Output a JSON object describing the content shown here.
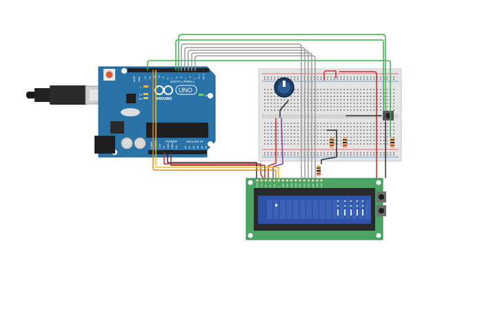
{
  "arduino": {
    "brand": "ARDUINO",
    "model": "UNO",
    "digital_label": "DIGITAL (PWM~)",
    "power_label": "POWER",
    "analog_label": "ANALOG IN",
    "on_label": "ON",
    "tx_label": "TX",
    "rx_label": "RX",
    "l_label": "L",
    "aref_label": "AREF",
    "gnd_label": "GND",
    "digital_pins": [
      "13",
      "12",
      "~11",
      "~10",
      "~9",
      "8",
      "7",
      "~6",
      "~5",
      "4",
      "~3",
      "2",
      "TX 1",
      "RX 0"
    ],
    "power_pins": [
      "IOREF",
      "RESET",
      "3.3V",
      "5V",
      "GND",
      "GND",
      "Vin"
    ],
    "analog_pins": [
      "A0",
      "A1",
      "A2",
      "A3",
      "A4",
      "A5"
    ]
  },
  "lcd": {
    "pin_labels": [
      "GND",
      "VCC",
      "V0",
      "RS",
      "RW",
      "E",
      "DB0",
      "DB1",
      "DB2",
      "DB3",
      "DB4",
      "DB5",
      "DB6",
      "DB7",
      "LED",
      "LED"
    ]
  },
  "colors": {
    "board_blue": "#2a73a8",
    "board_dark": "#1e5b88",
    "lcd_green": "#4aa564",
    "lcd_screen": "#2d52a6",
    "wire_green": "#3cb04a",
    "wire_gray": "#9a9a9a",
    "wire_red": "#d42424",
    "wire_black": "#2a2a2a",
    "wire_orange": "#e58a17",
    "wire_yellow": "#e8c21a",
    "wire_purple": "#7b3a94",
    "wire_brown": "#7a3a1e"
  }
}
